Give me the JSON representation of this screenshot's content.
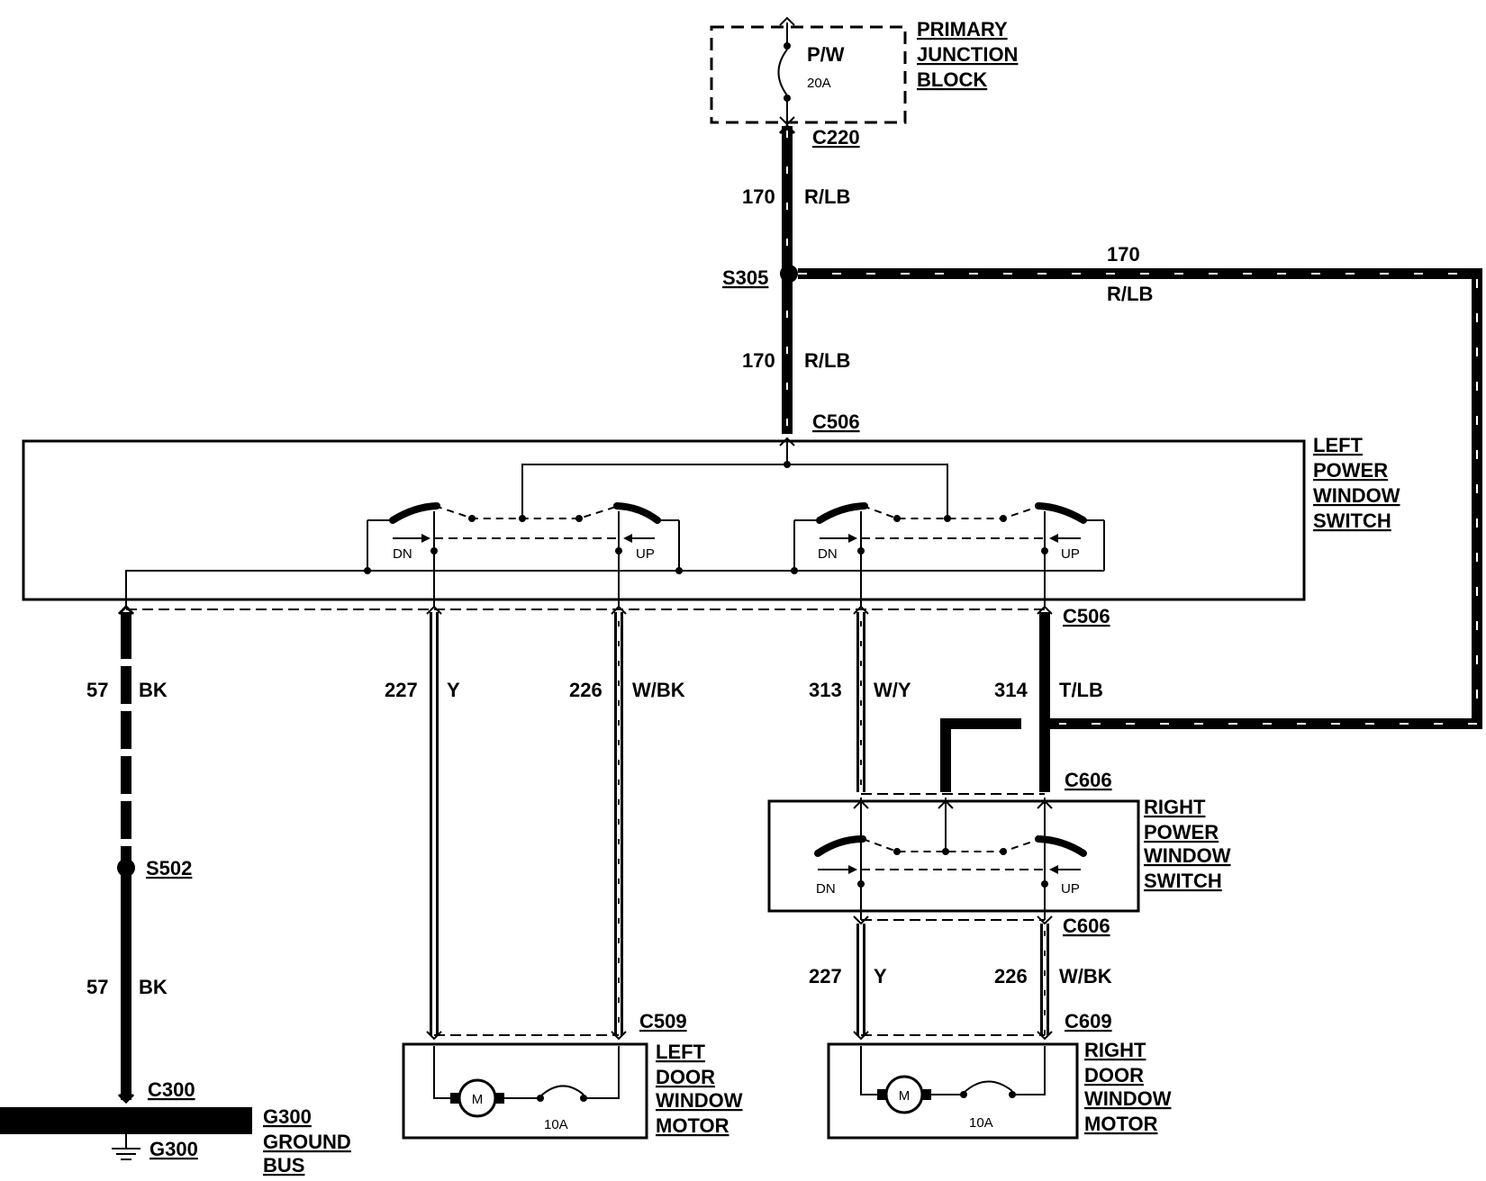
{
  "colors": {
    "ink": "#000000",
    "paper": "#ffffff"
  },
  "components": {
    "junction_block": {
      "lines": [
        "PRIMARY",
        "JUNCTION",
        "BLOCK"
      ],
      "fuse_name": "P/W",
      "fuse_rating": "20A"
    },
    "left_switch": {
      "lines": [
        "LEFT",
        "POWER",
        "WINDOW",
        "SWITCH"
      ]
    },
    "right_switch": {
      "lines": [
        "RIGHT",
        "POWER",
        "WINDOW",
        "SWITCH"
      ]
    },
    "left_motor": {
      "lines": [
        "LEFT",
        "DOOR",
        "WINDOW",
        "MOTOR"
      ],
      "motor_symbol": "M",
      "breaker_rating": "10A"
    },
    "right_motor": {
      "lines": [
        "RIGHT",
        "DOOR",
        "WINDOW",
        "MOTOR"
      ],
      "motor_symbol": "M",
      "breaker_rating": "10A"
    },
    "ground_bus": {
      "lines": [
        "G300",
        "GROUND",
        "BUS"
      ],
      "ground_label": "G300"
    }
  },
  "switch_labels": {
    "down": "DN",
    "up": "UP"
  },
  "connectors": {
    "c220": "C220",
    "s305": "S305",
    "c506_top": "C506",
    "c506_bottom": "C506",
    "c606_top": "C606",
    "c606_bottom": "C606",
    "c509": "C509",
    "c609": "C609",
    "s502": "S502",
    "c300": "C300"
  },
  "wires": {
    "feed_upper": {
      "circuit": "170",
      "color": "R/LB"
    },
    "feed_lower": {
      "circuit": "170",
      "color": "R/LB"
    },
    "feed_right": {
      "circuit": "170",
      "color": "R/LB"
    },
    "ground_upper": {
      "circuit": "57",
      "color": "BK"
    },
    "ground_lower": {
      "circuit": "57",
      "color": "BK"
    },
    "left_227": {
      "circuit": "227",
      "color": "Y"
    },
    "left_226": {
      "circuit": "226",
      "color": "W/BK"
    },
    "right_313": {
      "circuit": "313",
      "color": "W/Y"
    },
    "right_314": {
      "circuit": "314",
      "color": "T/LB"
    },
    "right_227": {
      "circuit": "227",
      "color": "Y"
    },
    "right_226": {
      "circuit": "226",
      "color": "W/BK"
    }
  }
}
